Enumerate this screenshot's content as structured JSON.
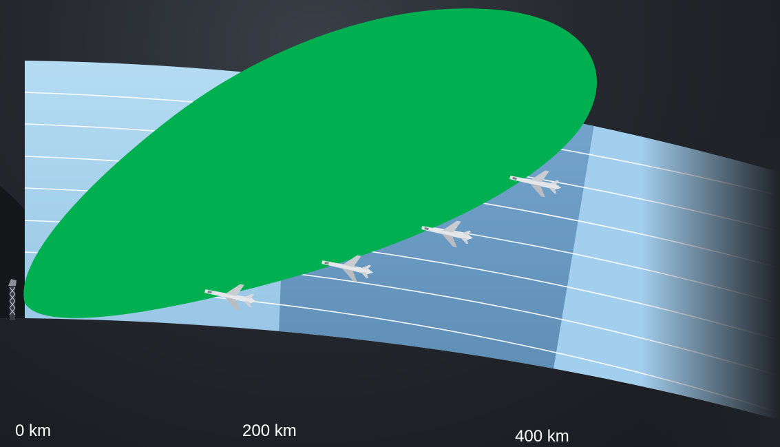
{
  "colors": {
    "background": "#1f2227",
    "sky_light": "#a9d3ee",
    "sky_mid": "#7fb1d6",
    "sky_dark": "#5e8fb8",
    "grid_lines": "#ffffff",
    "radar_coverage": "#00b050",
    "ground": "#1a1c20"
  },
  "icons": {
    "radar": "radar-tower-icon",
    "aircraft": "fighter-jet-icon"
  },
  "aircraft_count": 4,
  "distance_axis": {
    "labels": [
      "0 km",
      "200 km",
      "400 km"
    ]
  }
}
